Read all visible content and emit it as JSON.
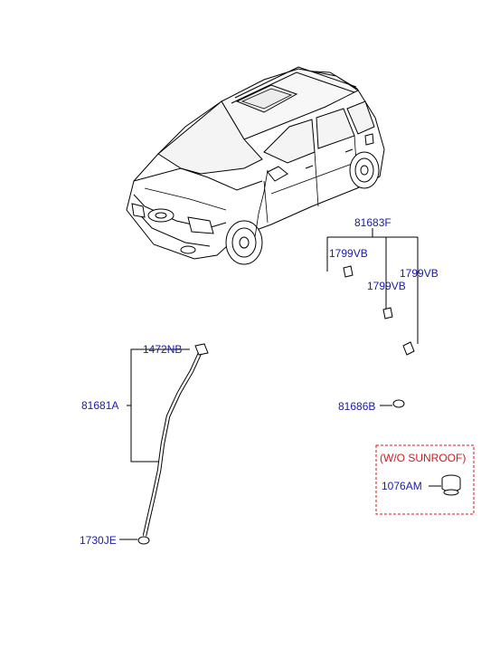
{
  "labels": {
    "drain_hose_assy": "81683F",
    "clip_upper_left": "1799VB",
    "clip_lower": "1799VB",
    "clip_right": "1799VB",
    "grommet_front": "81686B",
    "clip_top": "1472NB",
    "drain_hose_front": "81681A",
    "grommet_bottom": "1730JE",
    "variant_note": "(W/O SUNROOF)",
    "plug": "1076AM"
  },
  "colors": {
    "callout_text": "#1a1aa6",
    "variant_text": "#d11a1a",
    "variant_border": "#d11a1a",
    "line": "#000000"
  },
  "icons": {
    "vehicle": "hatchback-car-illustration",
    "hose": "drain-hose",
    "clip": "hose-clip",
    "grommet": "rubber-grommet",
    "plug": "rubber-plug"
  }
}
